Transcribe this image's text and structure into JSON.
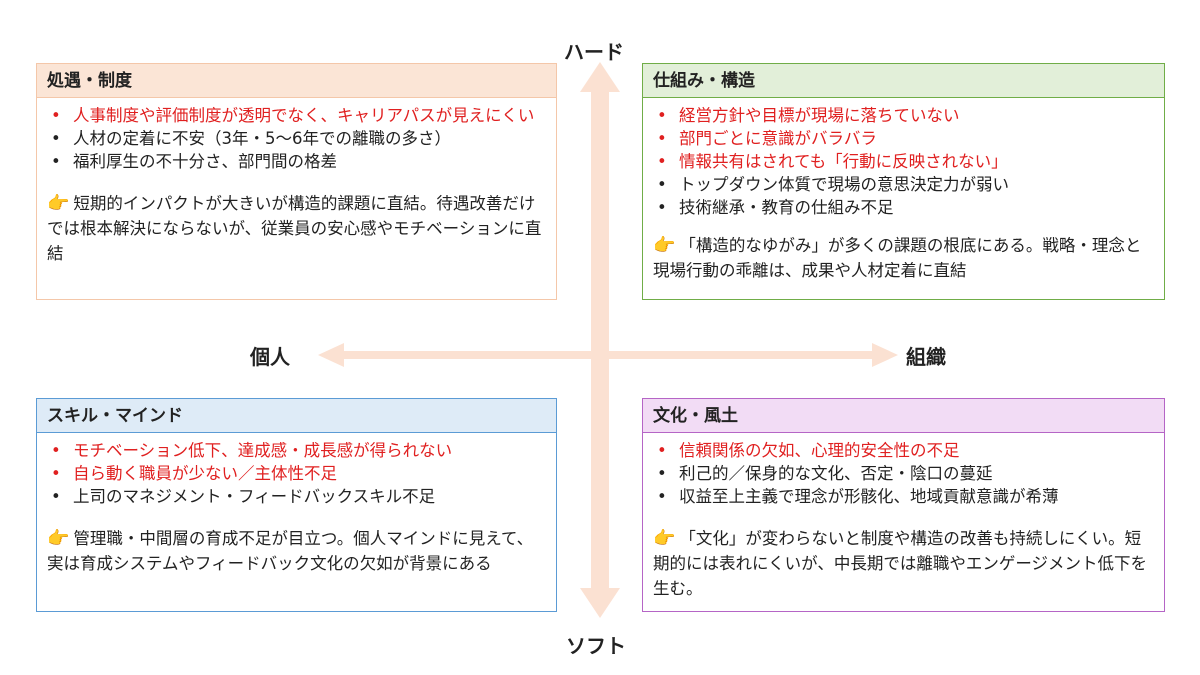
{
  "axes": {
    "top": "ハード",
    "bottom": "ソフト",
    "left": "個人",
    "right": "組織"
  },
  "colors": {
    "arrow": "#fbe1d2",
    "red_text": "#e02020"
  },
  "quadrants": {
    "top_left": {
      "title": "処遇・制度",
      "items": [
        {
          "text": "人事制度や評価制度が透明でなく、キャリアパスが見えにくい",
          "highlight": true
        },
        {
          "text": "人材の定着に不安（3年・5～6年での離職の多さ）",
          "highlight": false
        },
        {
          "text": "福利厚生の不十分さ、部門間の格差",
          "highlight": false
        }
      ],
      "note_icon": "pointing-hand-icon",
      "note": "短期的インパクトが大きいが構造的課題に直結。待遇改善だけでは根本解決にならないが、従業員の安心感やモチベーションに直結"
    },
    "top_right": {
      "title": "仕組み・構造",
      "items": [
        {
          "text": "経営方針や目標が現場に落ちていない",
          "highlight": true
        },
        {
          "text": "部門ごとに意識がバラバラ",
          "highlight": true
        },
        {
          "text": "情報共有はされても「行動に反映されない」",
          "highlight": true
        },
        {
          "text": "トップダウン体質で現場の意思決定力が弱い",
          "highlight": false
        },
        {
          "text": "技術継承・教育の仕組み不足",
          "highlight": false
        }
      ],
      "note_icon": "pointing-hand-icon",
      "note": "「構造的なゆがみ」が多くの課題の根底にある。戦略・理念と現場行動の乖離は、成果や人材定着に直結"
    },
    "bottom_left": {
      "title": "スキル・マインド",
      "items": [
        {
          "text": "モチベーション低下、達成感・成長感が得られない",
          "highlight": true
        },
        {
          "text": "自ら動く職員が少ない／主体性不足",
          "highlight": true
        },
        {
          "text": "上司のマネジメント・フィードバックスキル不足",
          "highlight": false
        }
      ],
      "note_icon": "pointing-hand-icon",
      "note": "管理職・中間層の育成不足が目立つ。個人マインドに見えて、実は育成システムやフィードバック文化の欠如が背景にある"
    },
    "bottom_right": {
      "title": "文化・風土",
      "items": [
        {
          "text": "信頼関係の欠如、心理的安全性の不足",
          "highlight": true
        },
        {
          "text": "利己的／保身的な文化、否定・陰口の蔓延",
          "highlight": false
        },
        {
          "text": "収益至上主義で理念が形骸化、地域貢献意識が希薄",
          "highlight": false
        }
      ],
      "note_icon": "pointing-hand-icon",
      "note": "「文化」が変わらないと制度や構造の改善も持続しにくい。短期的には表れにくいが、中長期では離職やエンゲージメント低下を生む。"
    }
  }
}
